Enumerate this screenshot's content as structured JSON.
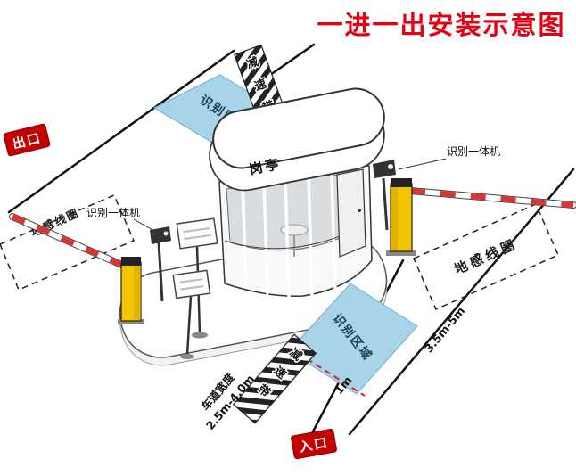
{
  "title": "一进一出安装示意图",
  "badges": {
    "exit": "出口",
    "entrance": "入口"
  },
  "booth": {
    "label": "岗亭"
  },
  "labels": {
    "recognition_machine": "识别一体机",
    "ground_coil": "地感线圈",
    "recognition_area": "识别区域",
    "speed_bump": "减速带",
    "lane_width_title": "车道宽度",
    "lane_width_value": "2.5m-4.0m",
    "gate_distance": "3.5m-5m",
    "coil_distance": "1m"
  },
  "colors": {
    "c-title": "#e60012",
    "c-badge": "#c40000",
    "c-area": "#a8d4ea",
    "c-post": "#f2c500",
    "c-arm": "#dd3333"
  }
}
